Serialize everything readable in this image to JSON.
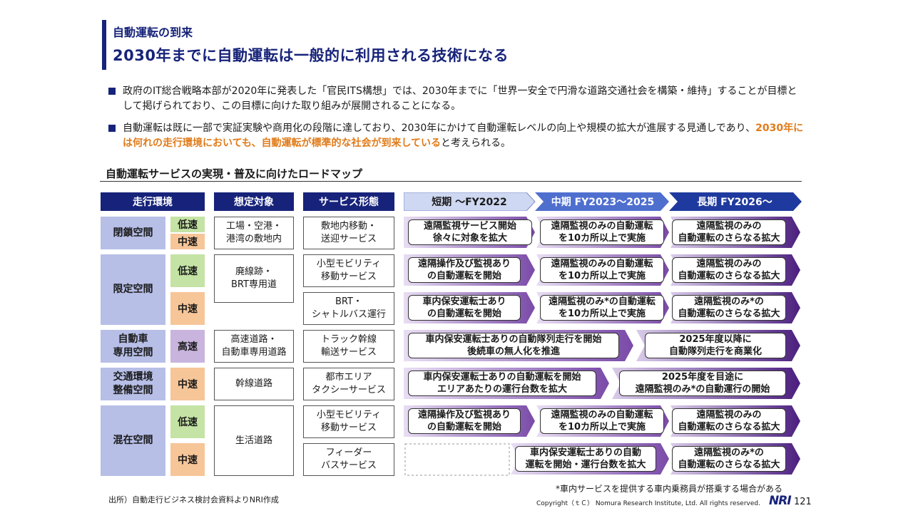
{
  "header": {
    "section": "自動運転の到来",
    "title": "2030年までに自動運転は一般的に利用される技術になる"
  },
  "bullets": [
    {
      "pre": "政府のIT総合戦略本部が2020年に発表した「官民ITS構想」では、2030年までに「世界一安全で円滑な道路交通社会を構築・維持」することが目標として掲げられており、この目標に向けた取り組みが展開されることになる。",
      "hl": "",
      "post": ""
    },
    {
      "pre": "自動運転は既に一部で実証実験や商用化の段階に達しており、2030年にかけて自動運転レベルの向上や規模の拡大が進展する見通しであり、",
      "hl": "2030年には何れの走行環境においても、自動運転が標準的な社会が到来している",
      "post": "と考えられる。"
    }
  ],
  "roadmap": {
    "title": "自動運転サービスの実現・普及に向けたロードマップ",
    "headers": {
      "env": "走行環境",
      "target": "想定対象",
      "service": "サービス形態"
    },
    "phases": [
      "短期 ～FY2022",
      "中期 FY2023～2025",
      "長期 FY2026～"
    ],
    "envs": [
      "閉鎖空間",
      "限定空間",
      "自動車\n専用空間",
      "交通環境\n整備空間",
      "混在空間"
    ],
    "speeds": [
      "低速",
      "中速",
      "低速",
      "中速",
      "高速",
      "中速",
      "低速",
      "中速"
    ],
    "targets": [
      "工場・空港・\n港湾の敷地内",
      "廃線跡・\nBRT専用道",
      "高速道路・\n自動車専用道路",
      "幹線道路",
      "生活道路"
    ],
    "services": [
      "敷地内移動・\n送迎サービス",
      "小型モビリティ\n移動サービス",
      "BRT・\nシャトルバス運行",
      "トラック幹線\n輸送サービス",
      "都市エリア\nタクシーサービス",
      "小型モビリティ\n移動サービス",
      "フィーダー\nバスサービス"
    ],
    "pills": [
      "遠隔監視サービス開始\n徐々に対象を拡大",
      "遠隔監視のみの自動運転\nを10カ所以上で実施",
      "遠隔監視のみの\n自動運転のさらなる拡大",
      "遠隔操作及び監視あり\nの自動運転を開始",
      "遠隔監視のみの自動運転\nを10カ所以上で実施",
      "遠隔監視のみの\n自動運転のさらなる拡大",
      "車内保安運転士あり\nの自動運転を開始",
      "遠隔監視のみ*の自動運転\nを10カ所以上で実施",
      "遠隔監視のみ*の\n自動運転のさらなる拡大",
      "車内保安運転士ありの自動隊列走行を開始\n後続車の無人化を推進",
      "2025年度以降に\n自動隊列走行を商業化",
      "車内保安運転士ありの自動運転を開始\nエリアあたりの運行台数を拡大",
      "2025年度を目途に\n遠隔監視のみ*の自動運行の開始",
      "遠隔操作及び監視あり\nの自動運転を開始",
      "遠隔監視のみの自動運転\nを10カ所以上で実施",
      "遠隔監視のみの\n自動運転のさらなる拡大",
      "車内保安運転士ありの自動\n運転を開始・運行台数を拡大",
      "遠隔監視のみ*の\n自動運転のさらなる拡大"
    ]
  },
  "footnote": "*車内サービスを提供する車内乗務員が搭乗する場合がある",
  "source": "出所）自動走行ビジネス検討会資料よりNRI作成",
  "copyright": "Copyright（ｔＣ） Nomura Research Institute, Ltd. All rights reserved.",
  "logo": "NRI",
  "page": "121",
  "colors": {
    "navy": "#17237a",
    "orange": "#e07b1a",
    "purple": "#5b2a8c",
    "lavender": "#b7bfe7"
  }
}
